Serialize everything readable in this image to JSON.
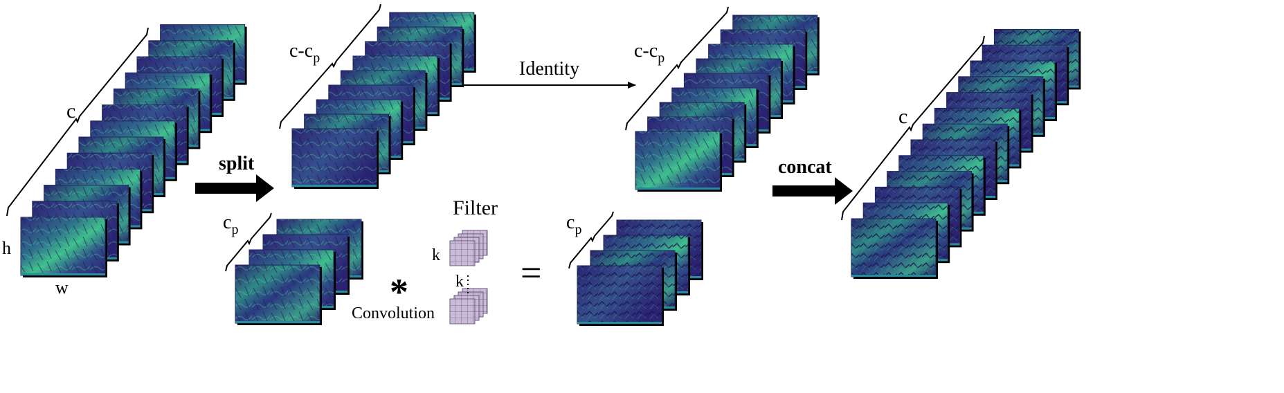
{
  "labels": {
    "c_input": "c",
    "h": "h",
    "w": "w",
    "split": "split",
    "c_minus_cp_base": "c-c",
    "c_minus_cp_sub": "p",
    "cp_base": "c",
    "cp_sub": "p",
    "identity": "Identity",
    "concat": "concat",
    "c_output": "c",
    "filter": "Filter",
    "k_side": "k",
    "k_depth": "k",
    "convolution": "Convolution",
    "conv_operator": "*",
    "equals": "="
  },
  "palette": {
    "deep": "#2b1f6e",
    "mid": "#3a3f8a",
    "teal": "#2d7c8e",
    "green": "#3dbf8a",
    "frame_bg": "#2e2a78",
    "filter_cube": "#c9b9d6",
    "filter_grid": "#8a6f95"
  },
  "stacks": [
    {
      "name": "input-feature-stack",
      "count": 13
    },
    {
      "name": "identity-branch-stack",
      "count": 9
    },
    {
      "name": "partial-conv-input-stack",
      "count": 4
    },
    {
      "name": "identity-output-stack",
      "count": 9
    },
    {
      "name": "partial-conv-output-stack",
      "count": 4
    },
    {
      "name": "concat-output-stack",
      "count": 13
    }
  ]
}
